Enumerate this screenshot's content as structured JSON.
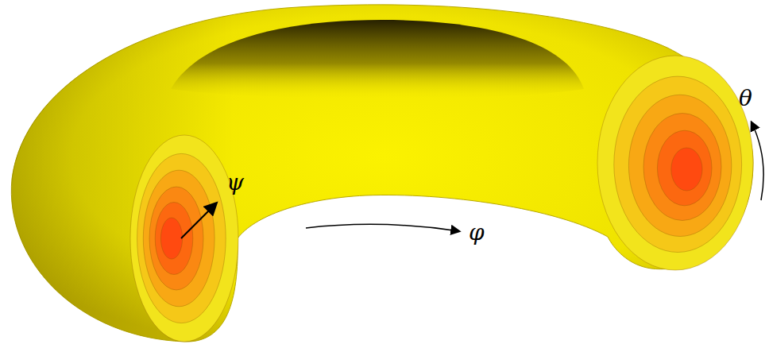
{
  "diagram": {
    "labels": [
      "θ",
      "ψ",
      "φ"
    ]
  }
}
